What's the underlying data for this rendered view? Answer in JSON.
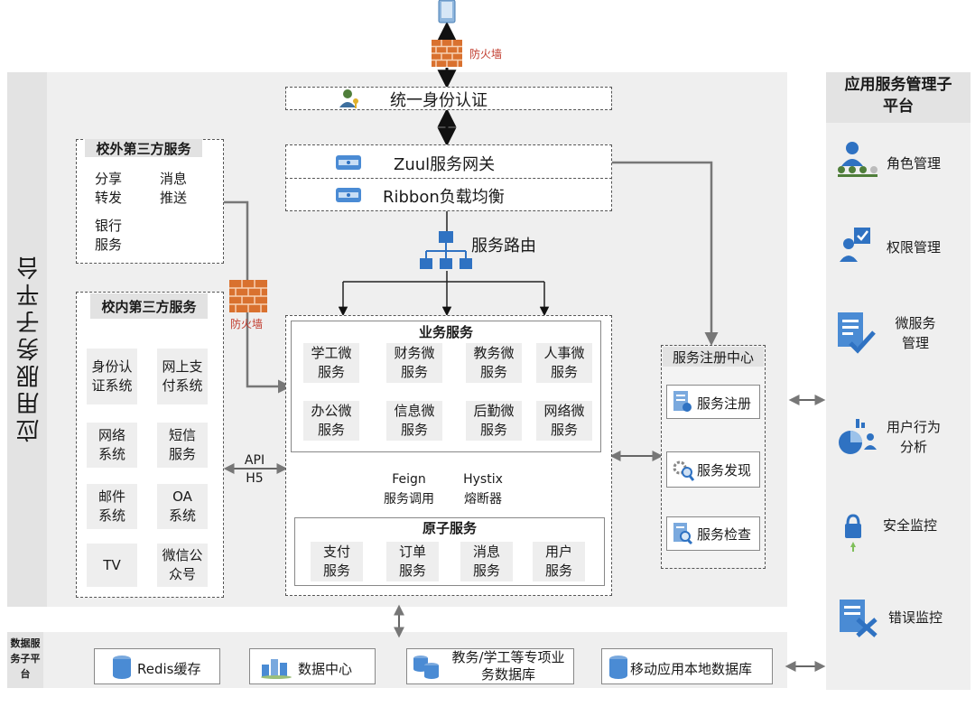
{
  "firewall_label": "防火墙",
  "auth_label": "统一身份认证",
  "zuul_label": "Zuul服务网关",
  "ribbon_label": "Ribbon负载均衡",
  "routing_label": "服务路由",
  "app_platform_title": "应用服务子平台",
  "external_services": {
    "title": "校外第三方服务",
    "items": [
      "分享\n转发",
      "消息\n推送",
      "银行\n服务"
    ]
  },
  "internal_services": {
    "title": "校内第三方服务",
    "items": [
      "身份认\n证系统",
      "网上支\n付系统",
      "网络\n系统",
      "短信\n服务",
      "邮件\n系统",
      "OA\n系统",
      "TV",
      "微信公\n众号"
    ]
  },
  "api_label": "API\nH5",
  "business_services": {
    "title": "业务服务",
    "items": [
      "学工微\n服务",
      "财务微\n服务",
      "教务微\n服务",
      "人事微\n服务",
      "办公微\n服务",
      "信息微\n服务",
      "后勤微\n服务",
      "网络微\n服务"
    ]
  },
  "feign_label": "Feign\n服务调用",
  "hystix_label": "Hystix\n熔断器",
  "atomic_services": {
    "title": "原子服务",
    "items": [
      "支付\n服务",
      "订单\n服务",
      "消息\n服务",
      "用户\n服务"
    ]
  },
  "registry": {
    "title": "服务注册中心",
    "items": [
      "服务注册",
      "服务发现",
      "服务检查"
    ]
  },
  "management": {
    "title": "应用服务管理子\n平台",
    "items": [
      "角色管理",
      "权限管理",
      "微服务\n管理",
      "用户行为\n分析",
      "安全监控",
      "错误监控"
    ]
  },
  "data_platform": {
    "title": "数据服\n务子平\n台",
    "items": [
      "Redis缓存",
      "数据中心",
      "教务/学工等专项业\n务数据库",
      "移动应用本地数据库"
    ]
  },
  "colors": {
    "accent": "#2f72c2",
    "firewall": "#d9712f",
    "panel": "#efefef"
  }
}
